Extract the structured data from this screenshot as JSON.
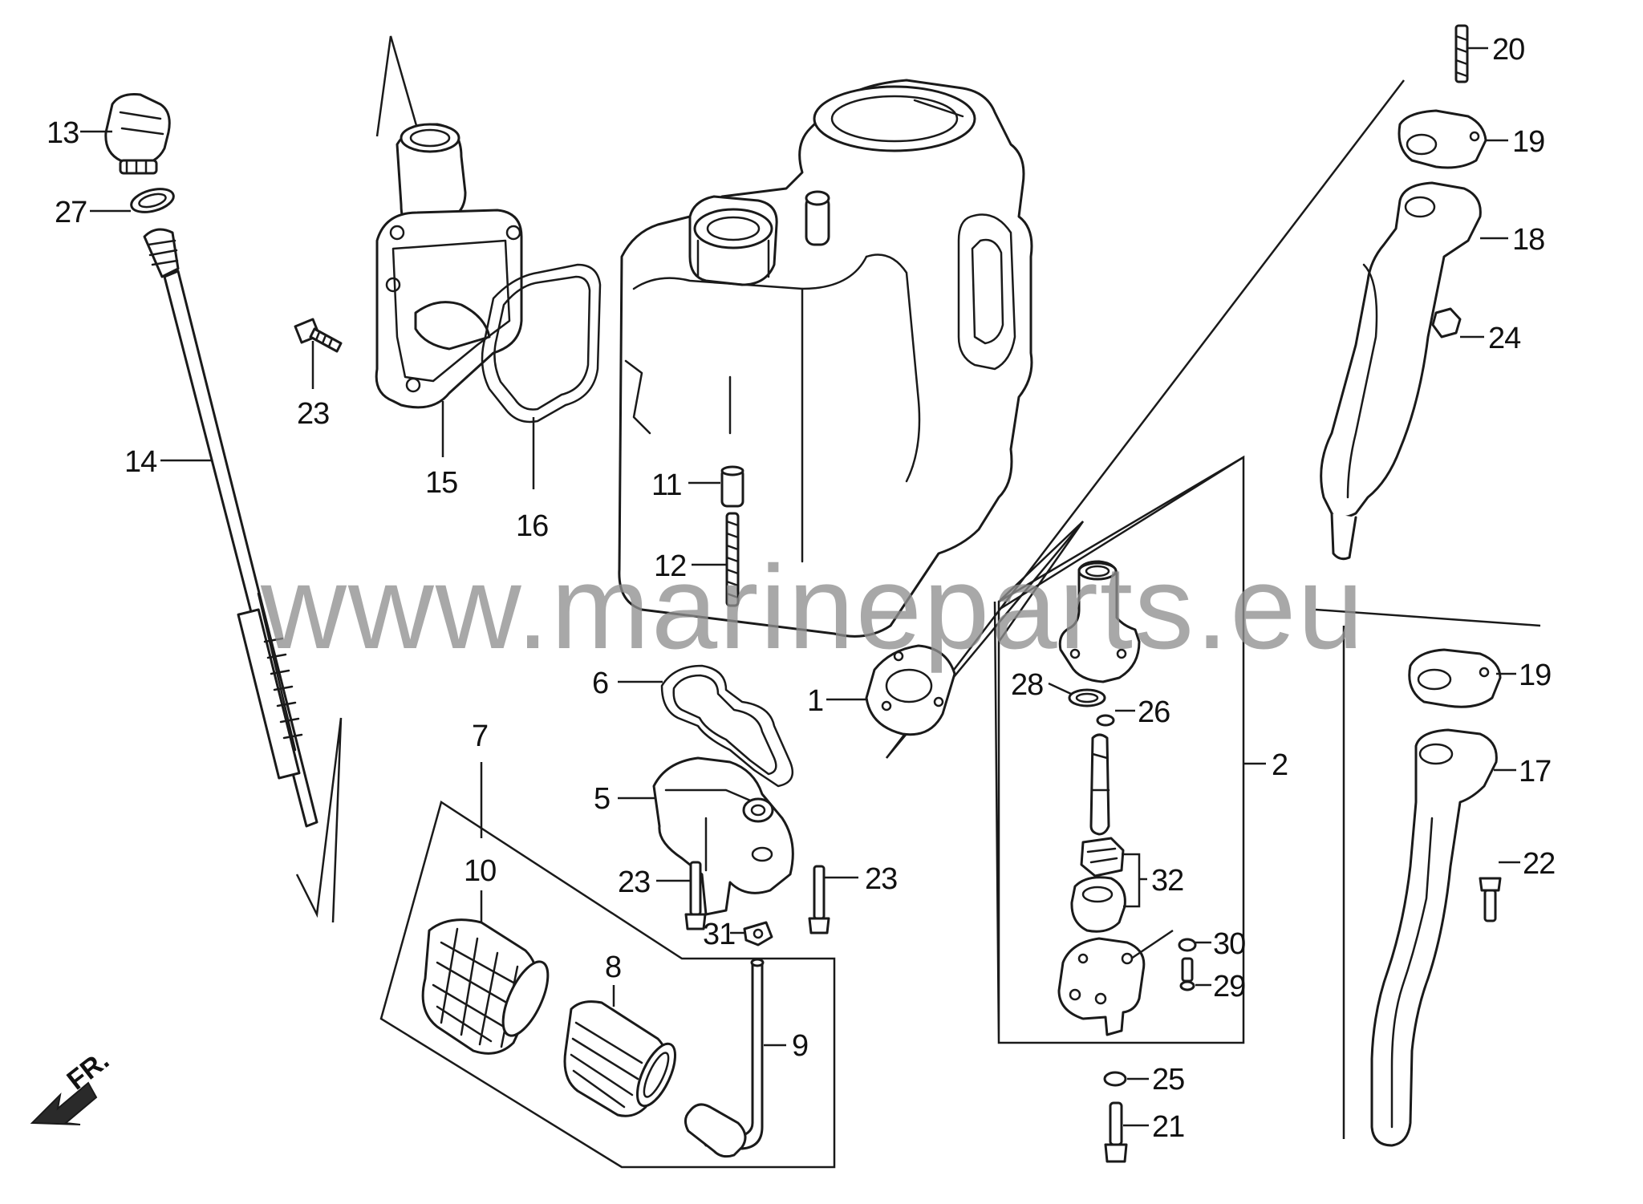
{
  "diagram": {
    "watermark": "www.marineparts.eu",
    "direction_label": "FR.",
    "callouts": [
      {
        "id": "c1",
        "label": "1"
      },
      {
        "id": "c2",
        "label": "2"
      },
      {
        "id": "c5",
        "label": "5"
      },
      {
        "id": "c6",
        "label": "6"
      },
      {
        "id": "c7",
        "label": "7"
      },
      {
        "id": "c8",
        "label": "8"
      },
      {
        "id": "c9",
        "label": "9"
      },
      {
        "id": "c10",
        "label": "10"
      },
      {
        "id": "c11",
        "label": "11"
      },
      {
        "id": "c12",
        "label": "12"
      },
      {
        "id": "c13",
        "label": "13"
      },
      {
        "id": "c14",
        "label": "14"
      },
      {
        "id": "c15",
        "label": "15"
      },
      {
        "id": "c16",
        "label": "16"
      },
      {
        "id": "c17",
        "label": "17"
      },
      {
        "id": "c18",
        "label": "18"
      },
      {
        "id": "c19a",
        "label": "19"
      },
      {
        "id": "c19b",
        "label": "19"
      },
      {
        "id": "c20",
        "label": "20"
      },
      {
        "id": "c21",
        "label": "21"
      },
      {
        "id": "c22",
        "label": "22"
      },
      {
        "id": "c23a",
        "label": "23"
      },
      {
        "id": "c23b",
        "label": "23"
      },
      {
        "id": "c23c",
        "label": "23"
      },
      {
        "id": "c24",
        "label": "24"
      },
      {
        "id": "c25",
        "label": "25"
      },
      {
        "id": "c26",
        "label": "26"
      },
      {
        "id": "c27",
        "label": "27"
      },
      {
        "id": "c28",
        "label": "28"
      },
      {
        "id": "c29",
        "label": "29"
      },
      {
        "id": "c30",
        "label": "30"
      },
      {
        "id": "c31",
        "label": "31"
      },
      {
        "id": "c32",
        "label": "32"
      }
    ]
  }
}
